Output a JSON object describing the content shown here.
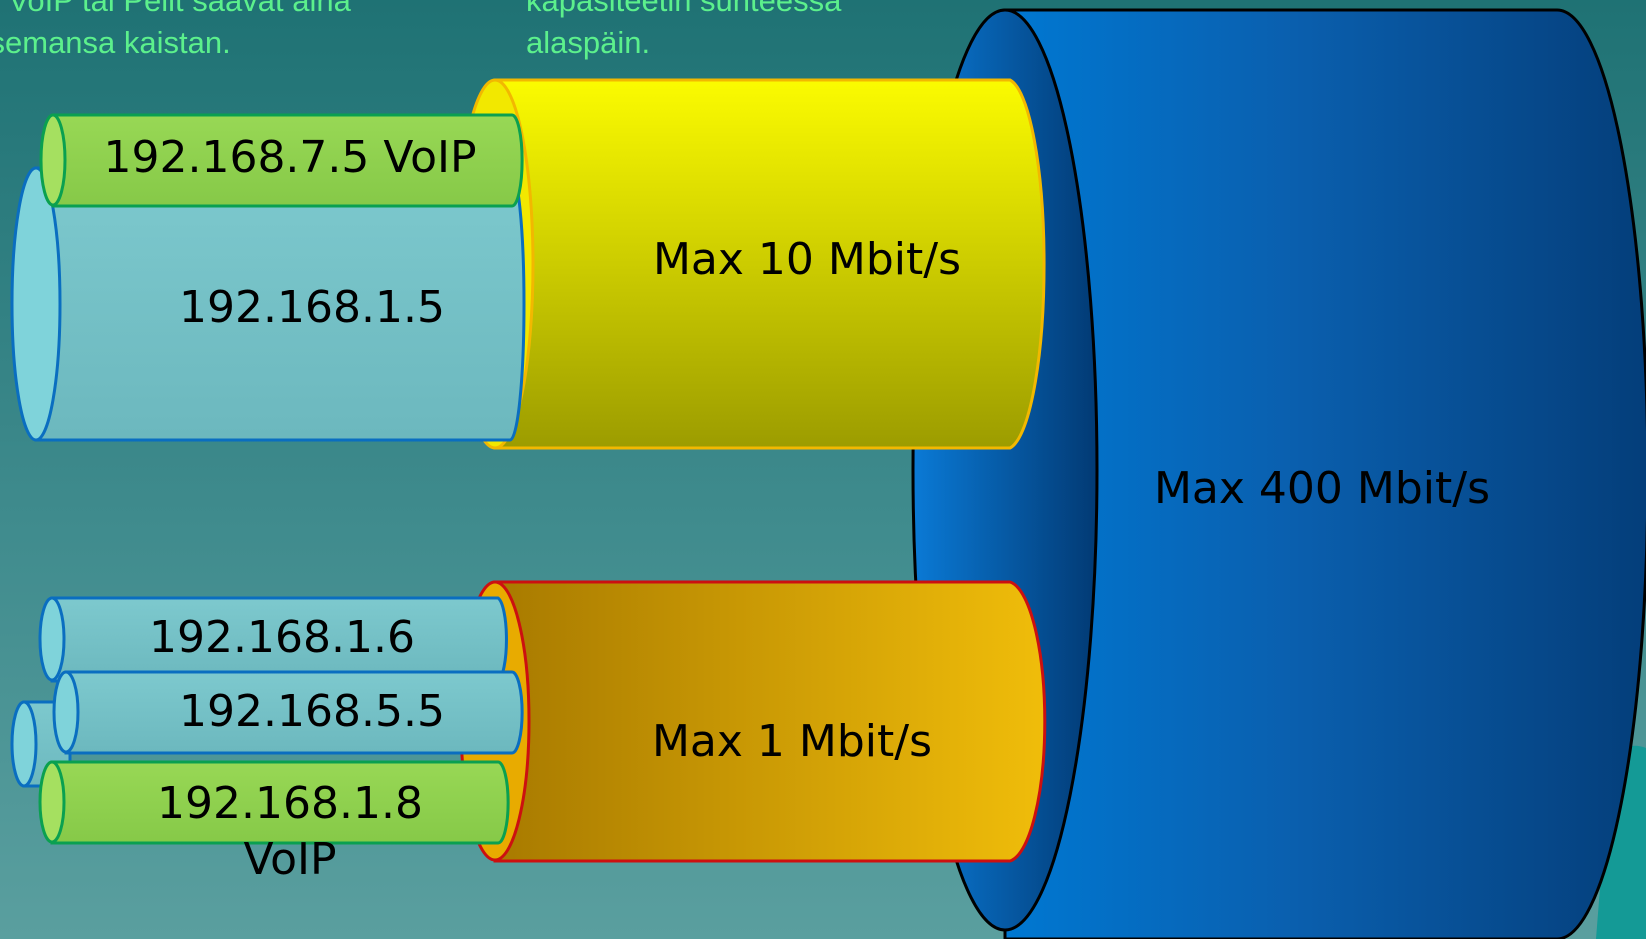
{
  "notes": {
    "left": [
      "n. VoIP tai Pelit saavat aina",
      "itsemansa kaistan."
    ],
    "right": [
      "kapasiteetin suhteessa",
      "alaspäin."
    ]
  },
  "pipes": {
    "max400": "Max 400 Mbit/s",
    "max10": "Max 10 Mbit/s",
    "max1": "Max 1 Mbit/s"
  },
  "hosts": {
    "h_7_5_voip": "192.168.7.5 VoIP",
    "h_1_5": "192.168.1.5",
    "h_1_6": "192.168.1.6",
    "h_5_5": "192.168.5.5",
    "h_1_8": "192.168.1.8",
    "h_1_8_voip": "VoIP"
  },
  "colors": {
    "background": "#2d7f80",
    "note_text": "#5cf08c",
    "pipe_400": "#0a5aa5",
    "pipe_10": "#e6e600",
    "pipe_1": "#e0a800",
    "host_blue": "#73c0c6",
    "host_green": "#8fd14f"
  }
}
